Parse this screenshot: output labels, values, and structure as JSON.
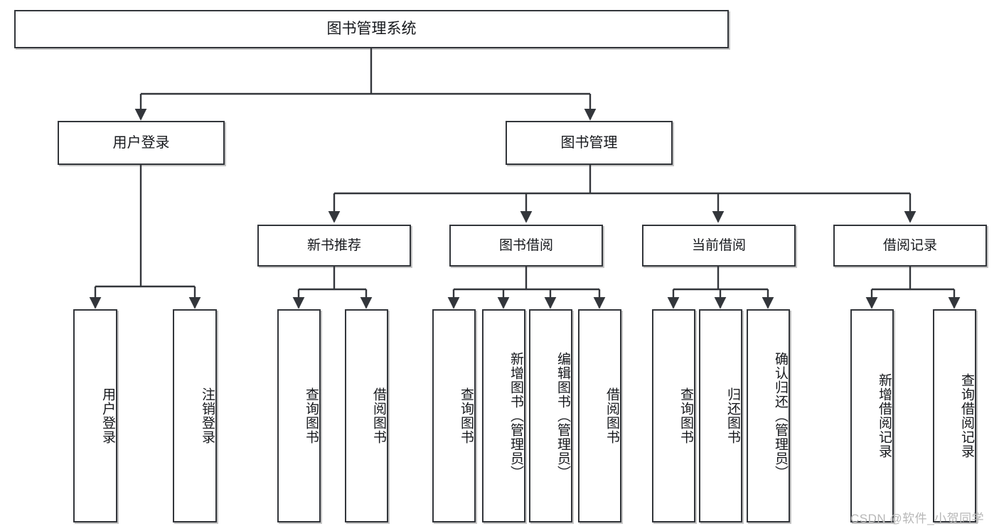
{
  "diagram": {
    "title": "图书管理系统",
    "type": "tree",
    "watermark": "CSDN @软件_小贺同学",
    "colors": {
      "box_border": "#33363b",
      "box_fill": "#ffffff",
      "connector": "#33363b",
      "text": "#16181c",
      "watermark": "#b7b7b7",
      "background": "#ffffff"
    },
    "levels": {
      "root": {
        "label": "图书管理系统"
      },
      "level2": [
        {
          "id": "user-login",
          "label": "用户登录"
        },
        {
          "id": "book-manage",
          "label": "图书管理"
        }
      ],
      "level3": [
        {
          "id": "new-book-rec",
          "label": "新书推荐",
          "parent": "book-manage"
        },
        {
          "id": "book-borrow",
          "label": "图书借阅",
          "parent": "book-manage"
        },
        {
          "id": "current-borrow",
          "label": "当前借阅",
          "parent": "book-manage"
        },
        {
          "id": "borrow-record",
          "label": "借阅记录",
          "parent": "book-manage"
        }
      ],
      "leaves": [
        {
          "id": "leaf-user-login",
          "label": "用户登录",
          "parent": "user-login"
        },
        {
          "id": "leaf-user-logout",
          "label": "注销登录",
          "parent": "user-login"
        },
        {
          "id": "leaf-rec-query-book",
          "label": "查询图书",
          "parent": "new-book-rec"
        },
        {
          "id": "leaf-rec-borrow-book",
          "label": "借阅图书",
          "parent": "new-book-rec"
        },
        {
          "id": "leaf-borrow-query-book",
          "label": "查询图书",
          "parent": "book-borrow"
        },
        {
          "id": "leaf-borrow-add-book",
          "label": "新增图书（管理员）",
          "parent": "book-borrow"
        },
        {
          "id": "leaf-borrow-edit-book",
          "label": "编辑图书（管理员）",
          "parent": "book-borrow"
        },
        {
          "id": "leaf-borrow-borrow-book",
          "label": "借阅图书",
          "parent": "book-borrow"
        },
        {
          "id": "leaf-cur-query-book",
          "label": "查询图书",
          "parent": "current-borrow"
        },
        {
          "id": "leaf-cur-return-book",
          "label": "归还图书",
          "parent": "current-borrow"
        },
        {
          "id": "leaf-cur-confirm-return",
          "label": "确认归还（管理员）",
          "parent": "current-borrow"
        },
        {
          "id": "leaf-rec-add-record",
          "label": "新增借阅记录",
          "parent": "borrow-record"
        },
        {
          "id": "leaf-rec-query-record",
          "label": "查询借阅记录",
          "parent": "borrow-record"
        }
      ]
    }
  }
}
